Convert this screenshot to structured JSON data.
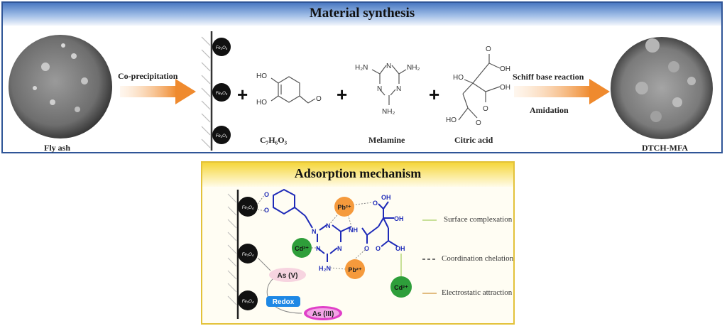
{
  "synthesis": {
    "title": "Material synthesis",
    "start_label": "Fly ash",
    "step1_label": "Co-precipitation",
    "particle_label": "Fe3O4",
    "reagents": [
      {
        "name": "C7H6O3",
        "display": "C₇H₆O₃"
      },
      {
        "name": "Melamine",
        "display": "Melamine"
      },
      {
        "name": "Citric acid",
        "display": "Citric acid"
      }
    ],
    "plus": "+",
    "step2_label_top": "Schiff base reaction",
    "step2_label_bottom": "Amidation",
    "product_label": "DTCH-MFA",
    "molecule_text": {
      "ho": "HO",
      "oh": "OH",
      "o": "O",
      "n": "N",
      "h2n": "H₂N",
      "nh2": "NH₂"
    }
  },
  "mechanism": {
    "title": "Adsorption mechanism",
    "ions": {
      "pb": "Pb²⁺",
      "cd": "Cd²⁺"
    },
    "arsenic": {
      "as5": "As (V)",
      "as3": "As (III)"
    },
    "redox_label": "Redox",
    "nh": "NH",
    "legend": [
      {
        "label": "Surface complexation",
        "style": "solid",
        "color": "#b5d77a"
      },
      {
        "label": "Coordination chelation",
        "style": "dashed",
        "color": "#444444"
      },
      {
        "label": "Electrostatic attraction",
        "style": "solid",
        "color": "#d9a65a"
      }
    ]
  },
  "colors": {
    "top_border": "#2f5597",
    "bottom_border": "#e3c23a",
    "arrow": "#ef8a2e",
    "molecule_blue": "#1f2bb8",
    "pb_orange": "#f59a3c",
    "cd_green": "#2e9e3a",
    "redox_blue": "#1e88e5",
    "as3_magenta": "#e040c8",
    "as5_pink": "#f7d4e0"
  }
}
